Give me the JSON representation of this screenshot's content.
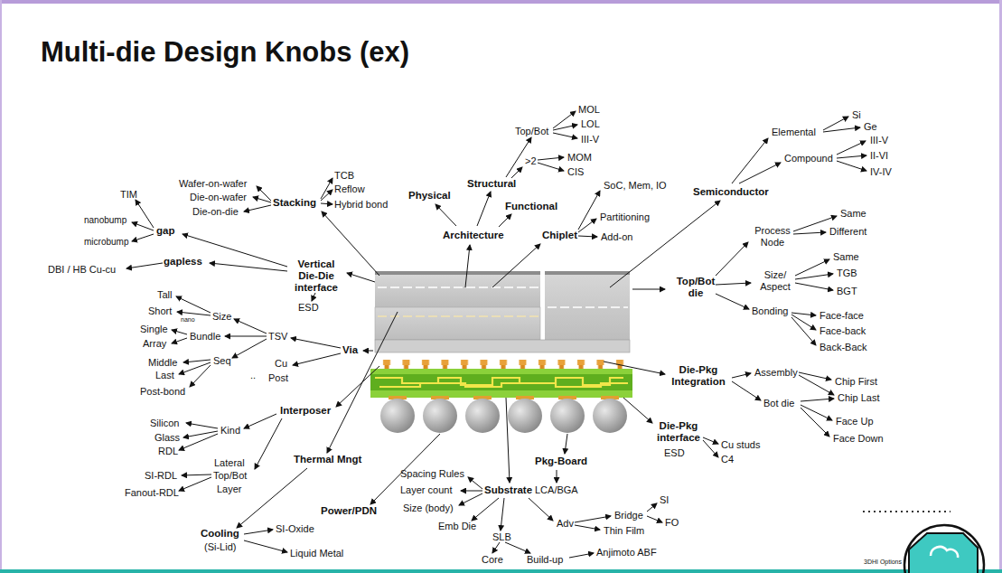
{
  "diagram": {
    "title": "Multi-die Design Knobs (ex)",
    "labels": [
      "MOL",
      "LOL",
      "III-V",
      "Top/Bot",
      ">2",
      "MOM",
      "CIS",
      "Structural",
      "Physical",
      "Functional",
      "Architecture",
      "SoC, Mem, IO",
      "Partitioning",
      "Add-on",
      "Chiplet",
      "Si",
      "Ge",
      "Elemental",
      "III-V",
      "Compound",
      "II-VI",
      "IV-IV",
      "Semiconductor",
      "Wafer-on-wafer",
      "Die-on-wafer",
      "Die-on-die",
      "Stacking",
      "TCB",
      "Reflow",
      "Hybrid bond",
      "TIM",
      "nanobump",
      "microbump",
      "gap",
      "gapless",
      "DBI / HB Cu-cu",
      "Vertical Die-Die interface",
      "ESD",
      "Process Node",
      "Same",
      "Different",
      "Same",
      "Size/ Aspect",
      "TGB",
      "BGT",
      "Top/Bot die",
      "Bonding",
      "Face-face",
      "Face-back",
      "Back-Back",
      "Tall",
      "Short",
      "nano",
      "Size",
      "Single",
      "Array",
      "Bundle",
      "TSV",
      "Via",
      "Middle",
      "Seq",
      "Cu",
      "Last",
      "Post",
      "..",
      "Post-bond",
      "Die-Pkg Integration",
      "Assembly",
      "Chip First",
      "Chip Last",
      "Bot die",
      "Face Up",
      "Face Down",
      "Die-Pkg interface",
      "ESD",
      "Cu studs",
      "C4",
      "Interposer",
      "Silicon",
      "Glass",
      "RDL",
      "Kind",
      "Lateral",
      "SI-RDL",
      "Top/Bot",
      "Layer",
      "Fanout-RDL",
      "Thermal Mngt",
      "Pkg-Board",
      "LCA/BGA",
      "Spacing Rules",
      "Layer count",
      "Size (body)",
      "Substrate",
      "Power/PDN",
      "Emb Die",
      "SLB",
      "Adv",
      "Bridge",
      "Thin Film",
      "SI",
      "FO",
      "Core",
      "Build-up",
      "Anjimoto ABF",
      "Cooling",
      "(Si-Lid)",
      "SI-Oxide",
      "Liquid Metal",
      "3DHI Options"
    ]
  }
}
